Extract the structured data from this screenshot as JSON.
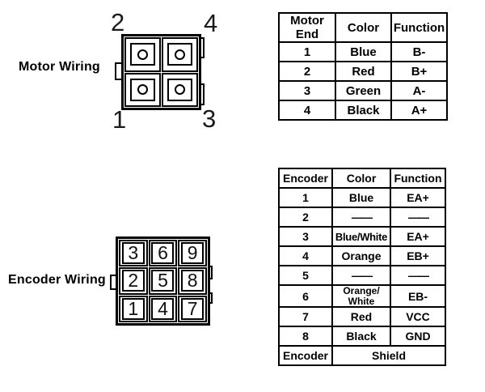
{
  "colors": {
    "ink": "#000000",
    "background": "#ffffff"
  },
  "motor": {
    "section_label": "Motor Wiring",
    "connector": {
      "pin_top_left": "2",
      "pin_top_right": "4",
      "pin_bottom_left": "1",
      "pin_bottom_right": "3"
    },
    "table": {
      "headers": [
        "Motor End",
        "Color",
        "Function"
      ],
      "rows": [
        [
          "1",
          "Blue",
          "B-"
        ],
        [
          "2",
          "Red",
          "B+"
        ],
        [
          "3",
          "Green",
          "A-"
        ],
        [
          "4",
          "Black",
          "A+"
        ]
      ]
    }
  },
  "encoder": {
    "section_label": "Encoder Wiring",
    "connector": {
      "grid": [
        [
          "3",
          "6",
          "9"
        ],
        [
          "2",
          "5",
          "8"
        ],
        [
          "1",
          "4",
          "7"
        ]
      ]
    },
    "table": {
      "headers": [
        "Encoder",
        "Color",
        "Function"
      ],
      "rows": [
        [
          "1",
          "Blue",
          "EA+"
        ],
        [
          "2",
          "——",
          "——"
        ],
        [
          "3",
          "Blue/White",
          "EA+"
        ],
        [
          "4",
          "Orange",
          "EB+"
        ],
        [
          "5",
          "——",
          "——"
        ],
        [
          "6",
          "Orange/\nWhite",
          "EB-"
        ],
        [
          "7",
          "Red",
          "VCC"
        ],
        [
          "8",
          "Black",
          "GND"
        ]
      ],
      "footer_label": "Encoder",
      "footer_value": "Shield"
    }
  }
}
